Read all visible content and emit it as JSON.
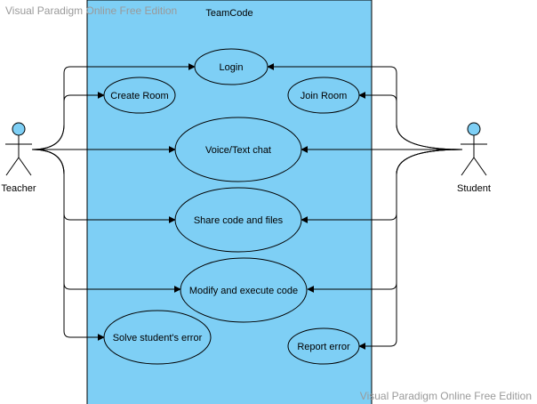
{
  "watermark": {
    "top": "Visual Paradigm Online Free Edition",
    "bottom": "Visual Paradigm Online Free Edition"
  },
  "system": {
    "title": "TeamCode",
    "fill": "#7ecff5"
  },
  "actors": {
    "teacher": {
      "label": "Teacher",
      "fill": "#7ecff5"
    },
    "student": {
      "label": "Student",
      "fill": "#7ecff5"
    }
  },
  "use_cases": {
    "login": "Login",
    "create_room": "Create Room",
    "join_room": "Join Room",
    "voice_text_chat": "Voice/Text chat",
    "share_code_files": "Share code and files",
    "modify_execute_code": "Modify and execute code",
    "solve_student_error": "Solve student's error",
    "report_error": "Report error"
  }
}
